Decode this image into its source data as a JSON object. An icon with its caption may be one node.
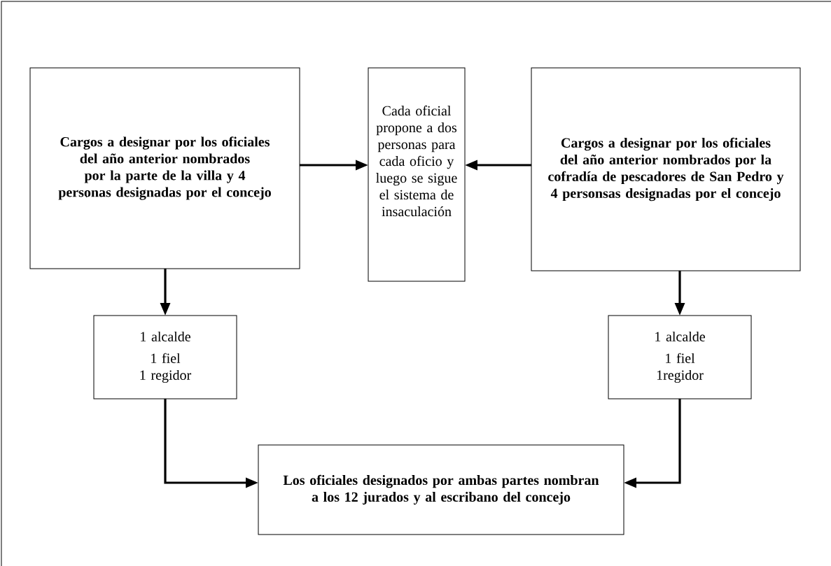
{
  "diagram": {
    "nodes": [
      {
        "text": [
          "Cargos a designar por los oficiales del año anterior nombrados por la parte de la villa y 4 personas designadas por el concejo"
        ]
      },
      {
        "text": [
          "Cada oficial propone a dos personas para cada oficio y luego se sigue el sistema de insaculación"
        ]
      },
      {
        "text": [
          "Cargos a designar por los oficiales del año anterior nombrados por la cofradía de pescadores de San Pedro y 4 personsas designadas por el concejo"
        ]
      },
      {
        "text": [
          "1 alcalde",
          "1 fiel",
          "1 regidor"
        ]
      },
      {
        "text": [
          "1 alcalde",
          "1 fiel",
          "1regidor"
        ]
      },
      {
        "text": [
          "Los oficiales designados por ambas partes nombran a los 12 jurados y al escribano del concejo"
        ]
      }
    ],
    "edges": [
      {
        "from": 0,
        "to": 1,
        "arrow": "to"
      },
      {
        "from": 2,
        "to": 1,
        "arrow": "to"
      },
      {
        "from": 0,
        "to": 3,
        "arrow": "to"
      },
      {
        "from": 2,
        "to": 4,
        "arrow": "to"
      },
      {
        "from": 3,
        "to": 5,
        "arrow": "to"
      },
      {
        "from": 4,
        "to": 5,
        "arrow": "to"
      }
    ]
  }
}
